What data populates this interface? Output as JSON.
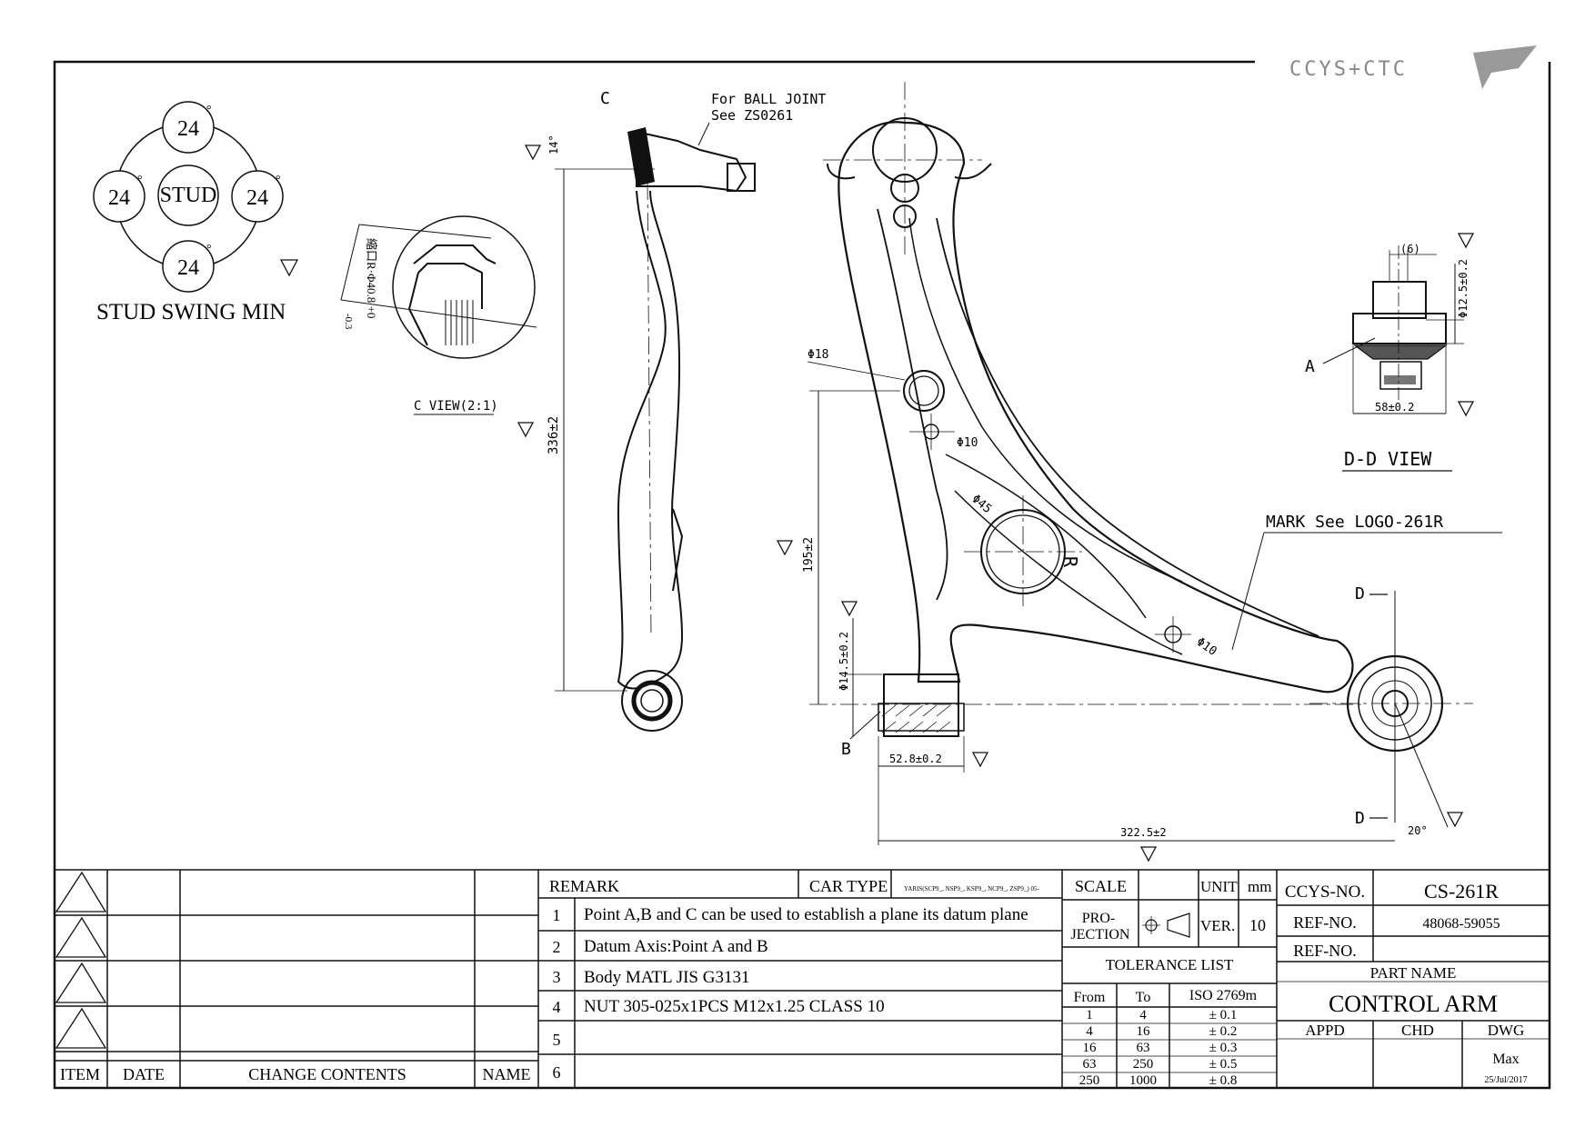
{
  "logo": {
    "text": "CCYS+CTC"
  },
  "stud_swing": {
    "center": "STUD",
    "angles": [
      "24",
      "24",
      "24",
      "24"
    ],
    "degree_mark": "°",
    "title": "STUD SWING MIN"
  },
  "callouts": {
    "c": "C",
    "ball_joint_1": "For BALL JOINT",
    "ball_joint_2": "See ZS0261",
    "angle_14": "14°",
    "c_view": "C VIEW(2:1)",
    "c_view_dim": "縮口R·Φ40.8 +0",
    "c_view_dim_tol": "-0.3",
    "dim_336": "336±2",
    "dim_195": "195±2",
    "dim_145": "Φ14.5±0.2",
    "dim_18": "Φ18",
    "dim_10a": "Φ10",
    "dim_45": "Φ45",
    "r_mark": "R",
    "dim_10b": "Φ10",
    "mark_logo": "MARK See LOGO-261R",
    "b": "B",
    "dim_528": "52.8±0.2",
    "dim_3225": "322.5±2",
    "angle_20": "20°",
    "d": "D",
    "dd_view": "D-D VIEW",
    "dim_6": "(6)",
    "dim_125": "Φ12.5±0.2",
    "dim_58": "58±0.2",
    "a": "A"
  },
  "revision_table": {
    "headers": [
      "ITEM",
      "DATE",
      "CHANGE CONTENTS",
      "NAME"
    ]
  },
  "remarks": {
    "header": "REMARK",
    "car_type_label": "CAR TYPE",
    "car_type_value": "YARIS(SCP9_, NSP9_, KSP9_, NCP9_, ZSP9_) 05-",
    "items": [
      {
        "no": "1",
        "text": "Point A,B and C can be used to establish a plane its datum plane"
      },
      {
        "no": "2",
        "text": "Datum Axis:Point A and B"
      },
      {
        "no": "3",
        "text": "Body MATL  JIS G3131"
      },
      {
        "no": "4",
        "text": "NUT 305-025x1PCS M12x1.25 CLASS 10"
      },
      {
        "no": "5",
        "text": ""
      },
      {
        "no": "6",
        "text": ""
      }
    ]
  },
  "title_block": {
    "scale_label": "SCALE",
    "unit_label": "UNIT",
    "unit_value": "mm",
    "projection_label_1": "PRO-",
    "projection_label_2": "JECTION",
    "ver_label": "VER.",
    "ver_value": "10",
    "tolerance_title": "TOLERANCE LIST",
    "tolerance_headers": [
      "From",
      "To",
      "ISO 2769m"
    ],
    "tolerance_rows": [
      [
        "1",
        "4",
        "± 0.1"
      ],
      [
        "4",
        "16",
        "± 0.2"
      ],
      [
        "16",
        "63",
        "± 0.3"
      ],
      [
        "63",
        "250",
        "± 0.5"
      ],
      [
        "250",
        "1000",
        "± 0.8"
      ]
    ],
    "ccys_no_label": "CCYS-NO.",
    "ccys_no_value": "CS-261R",
    "ref_no_label": "REF-NO.",
    "ref_no_value": "48068-59055",
    "ref_no_label_2": "REF-NO.",
    "part_name_label": "PART NAME",
    "part_name_value": "CONTROL ARM",
    "appd": "APPD",
    "chd": "CHD",
    "dwg": "DWG",
    "drawer": "Max",
    "date": "25/Jul/2017"
  }
}
